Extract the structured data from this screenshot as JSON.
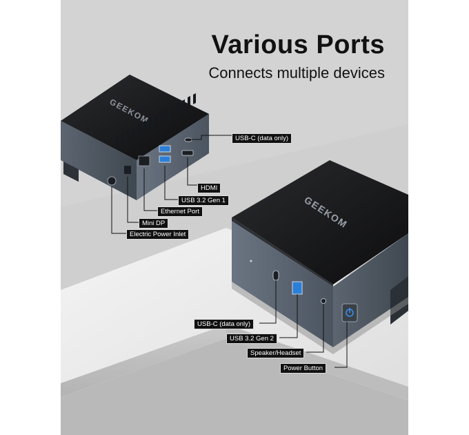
{
  "headline": "Various Ports",
  "subheadline": "Connects multiple devices",
  "brand": "GEEKOM",
  "rear_ports": {
    "usb_c": "USB-C (data only)",
    "hdmi": "HDMI",
    "usb32_gen1": "USB 3.2 Gen 1",
    "ethernet": "Ethernet Port",
    "mini_dp": "Mini DP",
    "power_inlet": "Electric Power Inlet"
  },
  "front_ports": {
    "usb_c": "USB-C (data only)",
    "usb32_gen2": "USB 3.2 Gen 2",
    "audio": "Speaker/Headset",
    "power_button": "Power Button"
  },
  "colors": {
    "chassis_top": "#1a1a1c",
    "chassis_side": "#56606b",
    "usb_blue": "#2c7fd8",
    "label_bg": "#111111",
    "power_led": "#3b8ee8"
  }
}
